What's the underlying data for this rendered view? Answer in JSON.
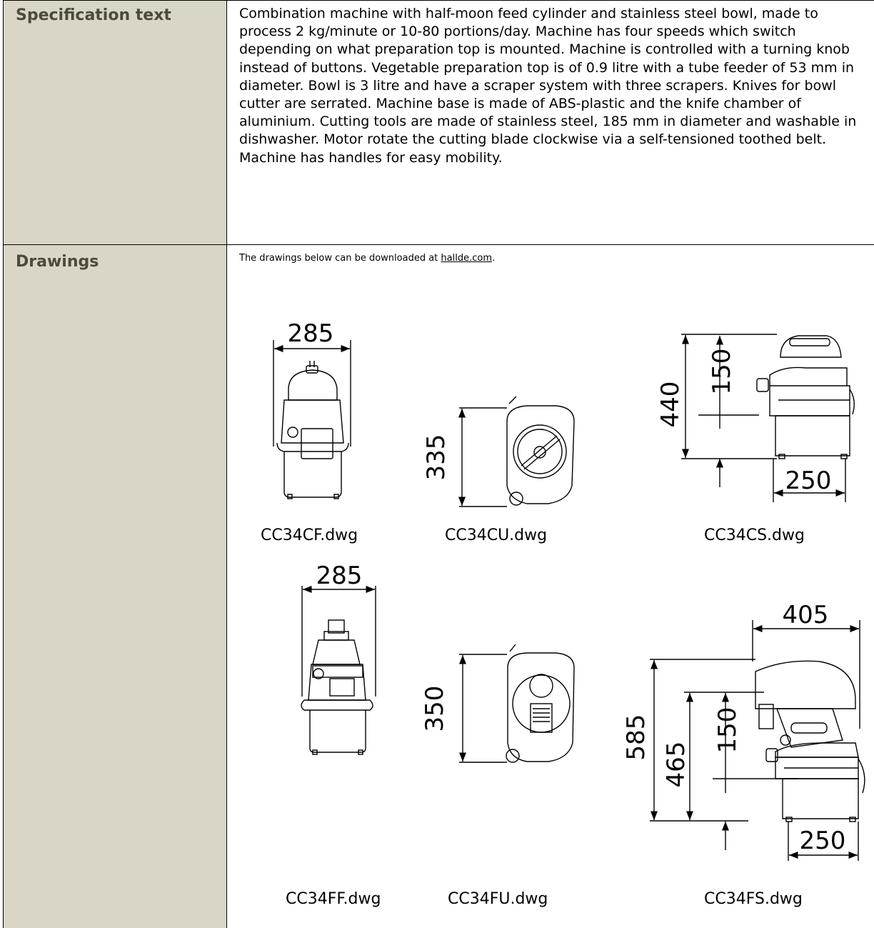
{
  "spec": {
    "label": "Specification text",
    "body": "Combination machine with half-moon feed cylinder and stainless steel bowl, made to process 2 kg/minute or 10-80 portions/day. Machine has four speeds which switch depending on what preparation top is mounted. Machine is controlled with a turning knob instead of buttons. Vegetable preparation top is of 0.9 litre with a tube feeder of 53 mm in diameter. Bowl is 3 litre and have a scraper system with three scrapers. Knives for bowl cutter are serrated. Machine base is made of ABS-plastic and the knife chamber of aluminium. Cutting tools are made of stainless steel, 185 mm in diameter and washable in dishwasher. Motor rotate the cutting blade clockwise via a self-tensioned toothed belt. Machine has handles for easy mobility."
  },
  "drawings": {
    "label": "Drawings",
    "note_prefix": "The drawings below can be downloaded at ",
    "note_link": "hallde.com",
    "note_suffix": ".",
    "items": [
      {
        "caption": "CC34CF.dwg",
        "dims": [
          "285"
        ]
      },
      {
        "caption": "CC34CU.dwg",
        "dims": [
          "335"
        ]
      },
      {
        "caption": "CC34CS.dwg",
        "dims": [
          "440",
          "150",
          "250"
        ]
      },
      {
        "caption": "CC34FF.dwg",
        "dims": [
          "285"
        ]
      },
      {
        "caption": "CC34FU.dwg",
        "dims": [
          "350"
        ]
      },
      {
        "caption": "CC34FS.dwg",
        "dims": [
          "405",
          "585",
          "465",
          "150",
          "250"
        ]
      }
    ]
  }
}
